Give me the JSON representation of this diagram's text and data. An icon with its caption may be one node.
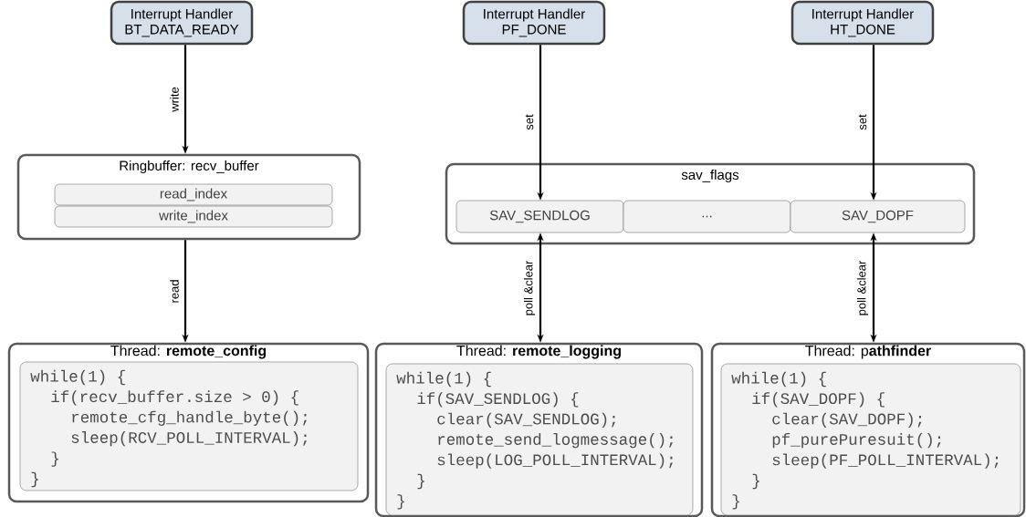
{
  "diagram": {
    "nodes": [
      {
        "text": [
          "Interrupt Handler",
          "BT_DATA_READY"
        ]
      },
      {
        "text": [
          "Interrupt Handler",
          "PF_DONE"
        ]
      },
      {
        "text": [
          "Interrupt Handler",
          "HT_DONE"
        ]
      },
      {
        "text": [
          "Ringbuffer: recv_buffer"
        ]
      },
      {
        "text": [
          "read_index"
        ],
        "in": 3
      },
      {
        "text": [
          "write_index"
        ],
        "in": 3
      },
      {
        "text": [
          "sav_flags"
        ]
      },
      {
        "text": [
          "SAV_SENDLOG"
        ],
        "in": 6
      },
      {
        "text": [
          "..."
        ],
        "in": 6
      },
      {
        "text": [
          "SAV_DOPF"
        ],
        "in": 6
      },
      {
        "text": [
          "Thread: **remote_config**"
        ]
      },
      {
        "text": [
          "while(1) {",
          "if(recv_buffer.size > 0) {",
          "remote_cfg_handle_byte();",
          "sleep(RCV_POLL_INTERVAL);",
          "}",
          "}"
        ],
        "in": 10
      },
      {
        "text": [
          "Thread: **remote_logging**"
        ]
      },
      {
        "text": [
          "while(1) {",
          "if(SAV_SENDLOG) {",
          "clear(SAV_SENDLOG);",
          "remote_send_logmessage();",
          "sleep(LOG_POLL_INTERVAL);",
          "}",
          "}"
        ],
        "in": 12
      },
      {
        "text": [
          "Thread: p**athfinder**"
        ]
      },
      {
        "text": [
          "while(1) {",
          "if(SAV_DOPF) {",
          "clear(SAV_DOPF);",
          "pf_purePuresuit();",
          "sleep(PF_POLL_INTERVAL);",
          "}",
          "}"
        ],
        "in": 14
      }
    ],
    "edges": [
      {
        "from": 0,
        "to": 3,
        "arrow": "to",
        "label": "write"
      },
      {
        "from": 3,
        "to": 10,
        "arrow": "to",
        "label": "read"
      },
      {
        "from": 1,
        "to": 7,
        "arrow": "to",
        "label": "set"
      },
      {
        "from": 2,
        "to": 9,
        "arrow": "to",
        "label": "set"
      },
      {
        "from": 7,
        "to": 12,
        "arrow": "both",
        "label": "poll &clear"
      },
      {
        "from": 9,
        "to": 14,
        "arrow": "both",
        "label": "poll &clear"
      }
    ]
  }
}
